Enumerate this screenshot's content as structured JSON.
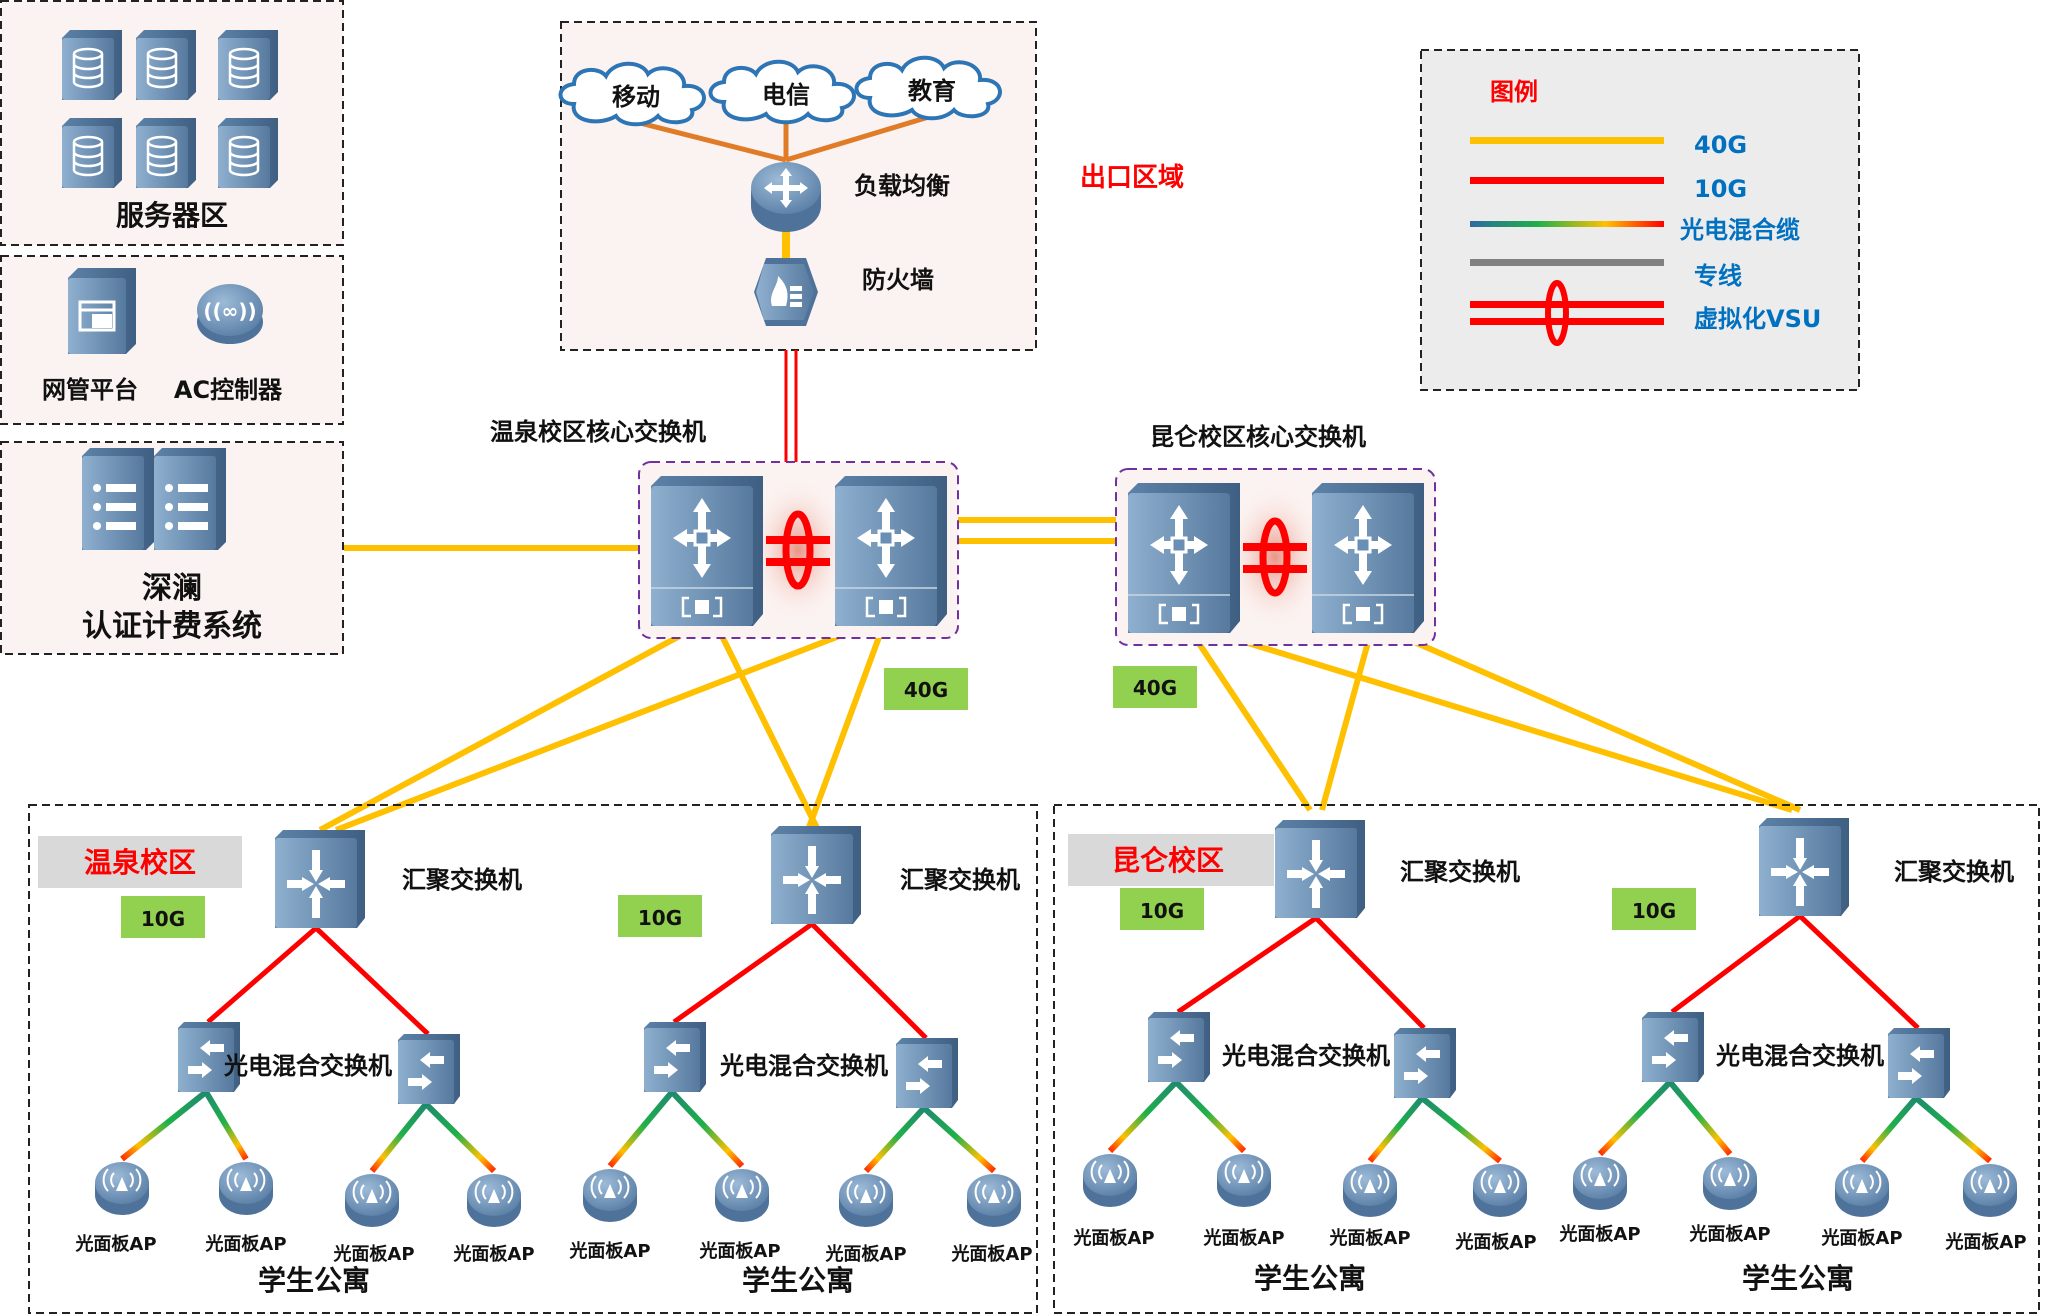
{
  "zones": {
    "server_zone": {
      "label": "服务器区"
    },
    "mgmt_zone": {
      "nms_label": "网管平台",
      "ac_label": "AC控制器"
    },
    "auth_zone": {
      "line1": "深澜",
      "line2": "认证计费系统"
    },
    "exit_zone": {
      "title": "出口区域",
      "isps": [
        "移动",
        "电信",
        "教育"
      ],
      "load_balancer": "负载均衡",
      "firewall": "防火墙"
    }
  },
  "legend": {
    "title": "图例",
    "items": [
      {
        "label": "40G",
        "style": "solid",
        "color": "#ffc000"
      },
      {
        "label": "10G",
        "style": "solid",
        "color": "#ff0000"
      },
      {
        "label": "光电混合缆",
        "style": "gradient",
        "color": "#2e75b6"
      },
      {
        "label": "专线",
        "style": "solid",
        "color": "#808080"
      },
      {
        "label": "虚拟化VSU",
        "style": "vsu",
        "color": "#ff0000"
      }
    ]
  },
  "core": {
    "wenquan": {
      "label": "温泉校区核心交换机"
    },
    "kunlun": {
      "label": "昆仑校区核心交换机"
    },
    "uplink_badge_left": "40G",
    "uplink_badge_right": "40G"
  },
  "campuses": [
    {
      "name": "温泉校区",
      "aggregations": [
        {
          "label": "汇聚交换机",
          "badge": "10G",
          "hybrid_label": "光电混合交换机",
          "aps": [
            "光面板AP",
            "光面板AP",
            "光面板AP",
            "光面板AP"
          ]
        },
        {
          "label": "汇聚交换机",
          "badge": "10G",
          "hybrid_label": "光电混合交换机",
          "aps": [
            "光面板AP",
            "光面板AP",
            "光面板AP",
            "光面板AP"
          ]
        }
      ],
      "dorm_label": "学生公寓"
    },
    {
      "name": "昆仑校区",
      "aggregations": [
        {
          "label": "汇聚交换机",
          "badge": "10G",
          "hybrid_label": "光电混合交换机",
          "aps": [
            "光面板AP",
            "光面板AP",
            "光面板AP",
            "光面板AP"
          ]
        },
        {
          "label": "汇聚交换机",
          "badge": "10G",
          "hybrid_label": "光电混合交换机",
          "aps": [
            "光面板AP",
            "光面板AP",
            "光面板AP",
            "光面板AP"
          ]
        }
      ],
      "dorm_label": "学生公寓"
    }
  ],
  "colors": {
    "link_40g": "#ffc000",
    "link_10g": "#ff0000",
    "isp_link": "#e07b28",
    "device": "#6a8fb5",
    "badge": "#92d050",
    "zone_fill": "#fbf3f1",
    "legend_fill": "#ececec",
    "region_tag": "#d9d9d9"
  }
}
